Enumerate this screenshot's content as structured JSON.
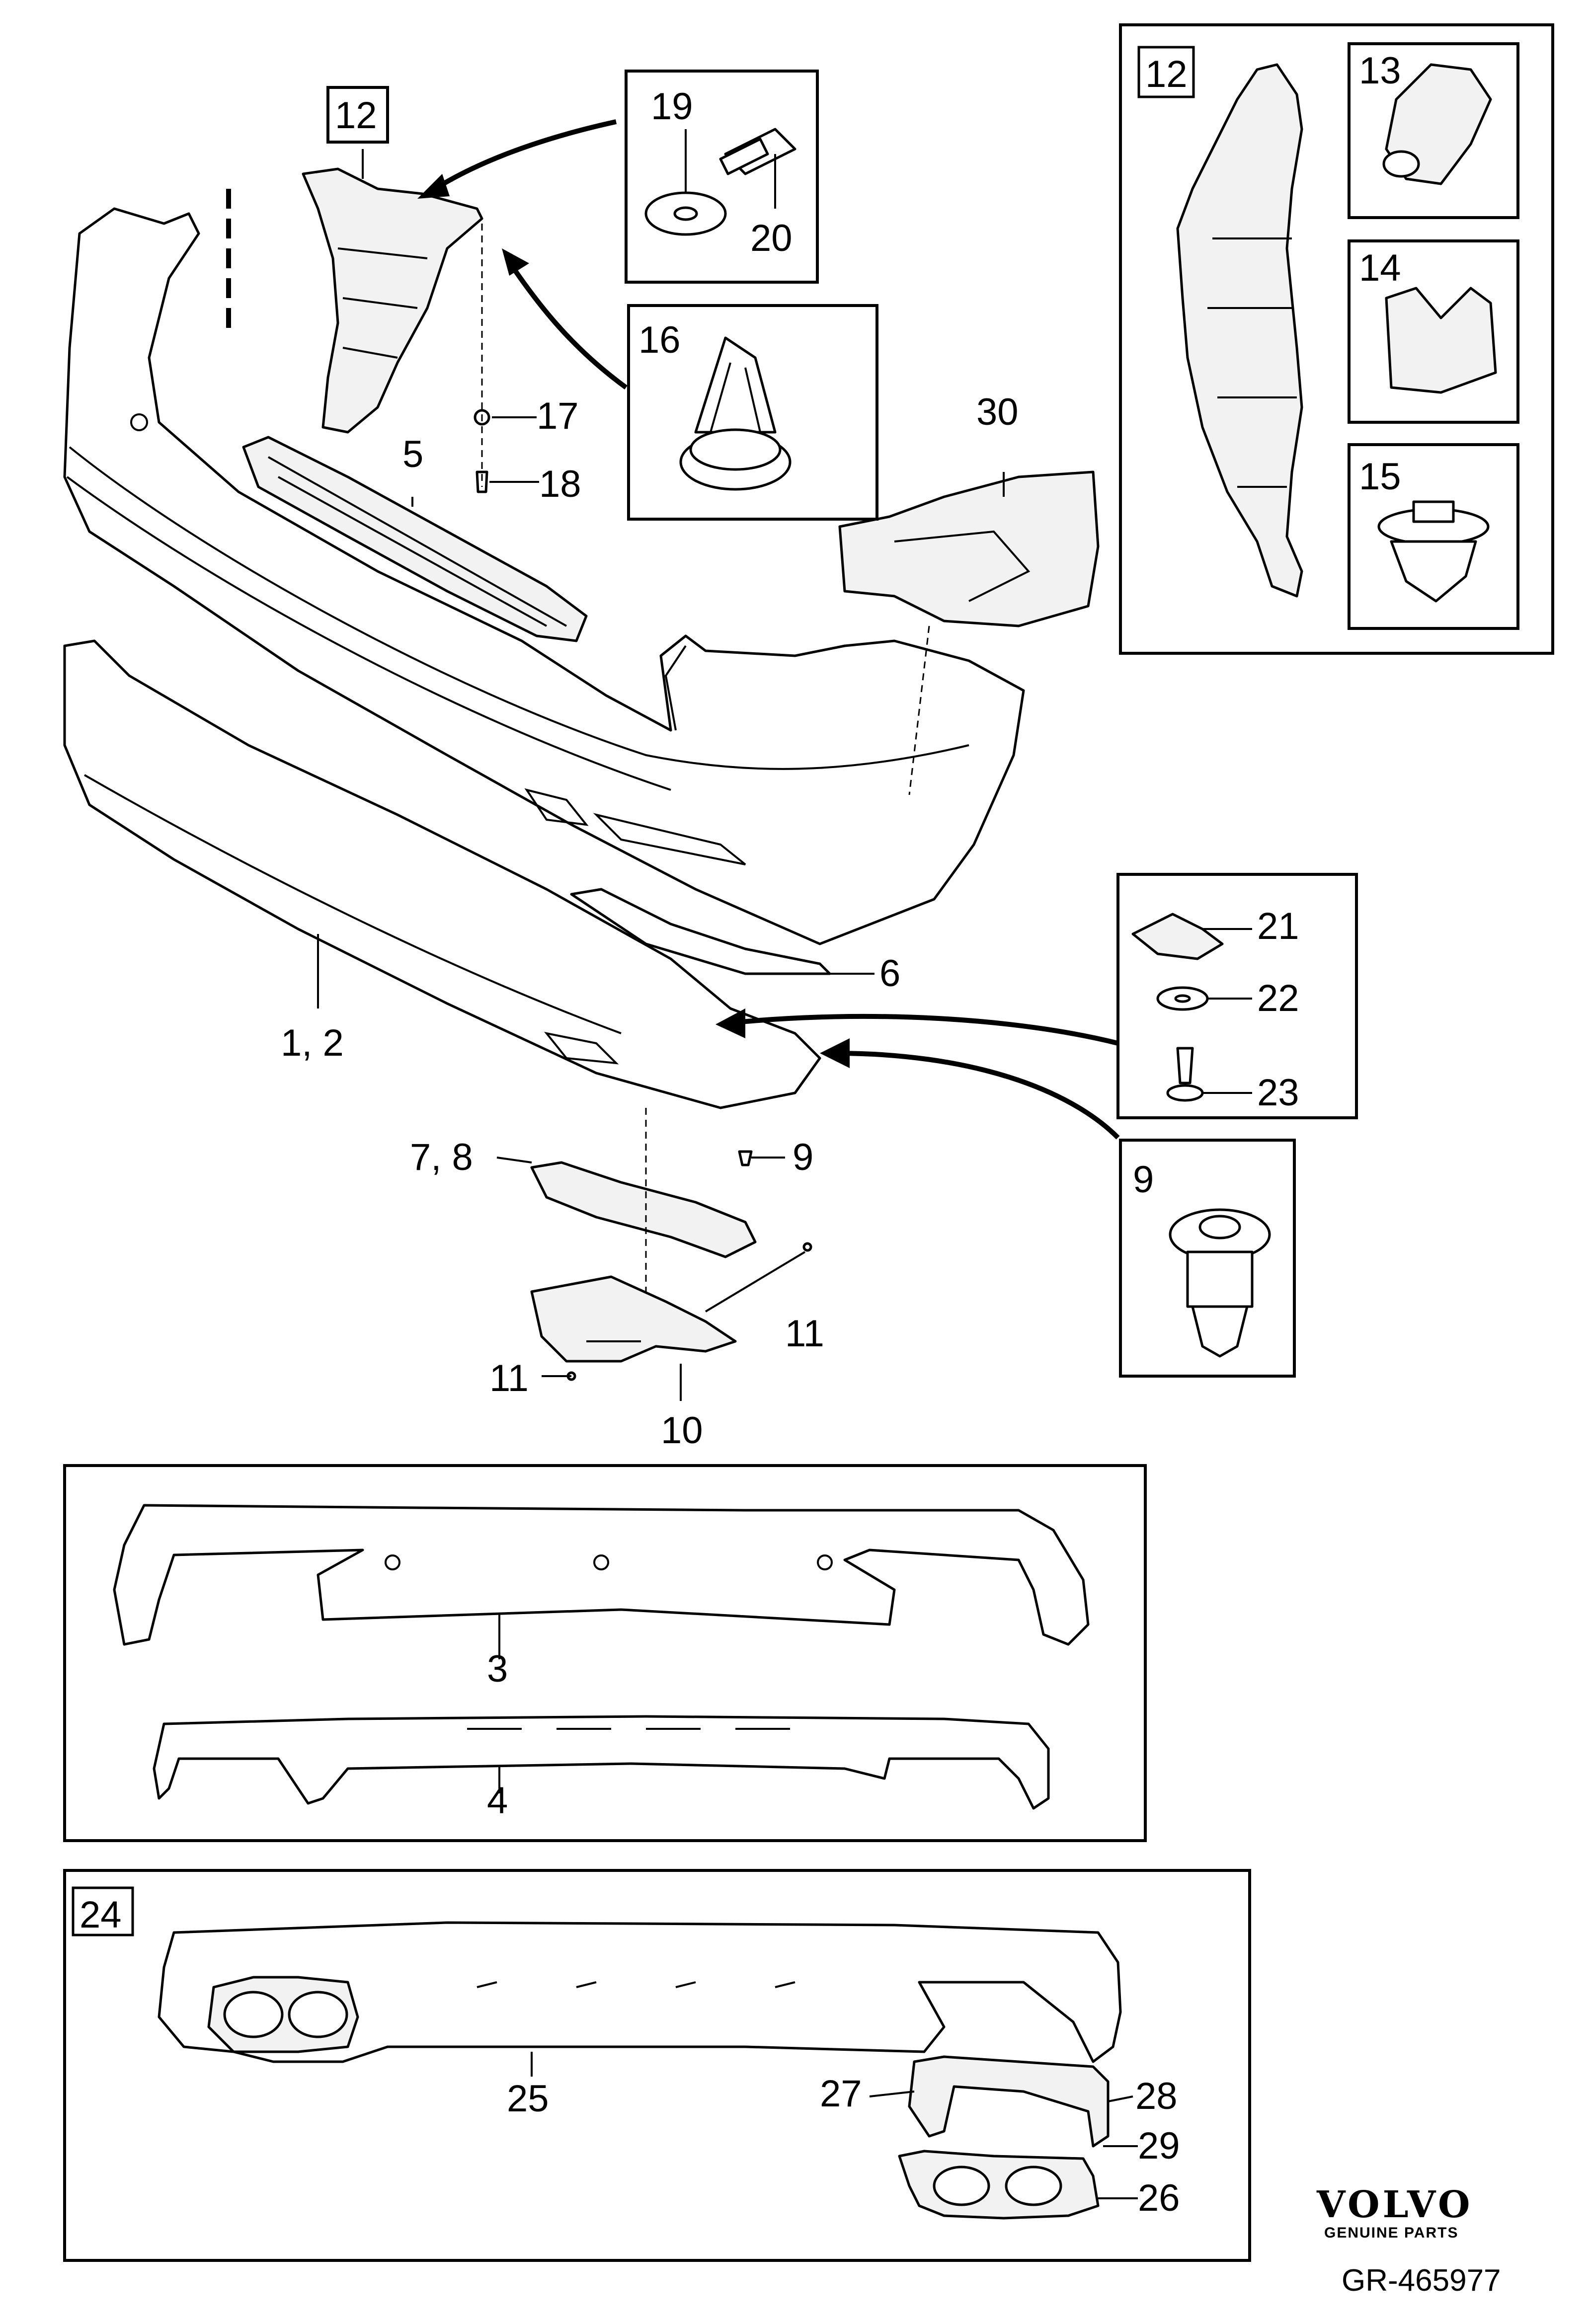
{
  "diagram": {
    "labels": {
      "l12a": "12",
      "l12b": "12",
      "l13": "13",
      "l14": "14",
      "l15": "15",
      "l16": "16",
      "l17": "17",
      "l18": "18",
      "l19": "19",
      "l20": "20",
      "l30": "30",
      "l5": "5",
      "l6": "6",
      "l12": "1, 2",
      "l21": "21",
      "l22": "22",
      "l23": "23",
      "l9a": "9",
      "l9b": "9",
      "l78": "7, 8",
      "l11a": "11",
      "l11b": "11",
      "l10": "10",
      "l3": "3",
      "l4": "4",
      "l24": "24",
      "l25": "25",
      "l26": "26",
      "l27": "27",
      "l28": "28",
      "l29": "29"
    }
  },
  "branding": {
    "name": "VOLVO",
    "subtitle": "GENUINE PARTS"
  },
  "document_id": "GR-465977"
}
